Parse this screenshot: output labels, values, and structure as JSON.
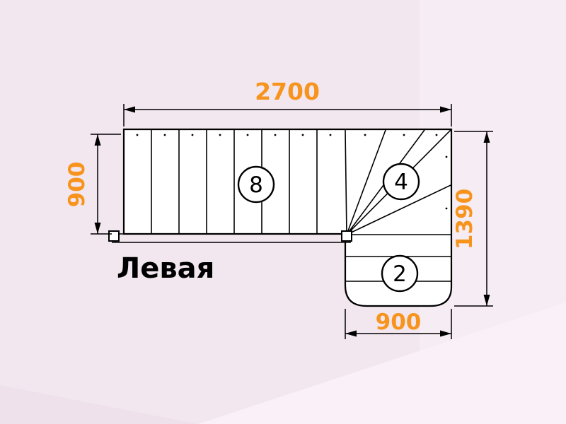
{
  "title": "Левая",
  "dimensions": {
    "top_width": "2700",
    "flight_width": "900",
    "total_depth": "1390",
    "bottom_width": "900"
  },
  "step_counts": {
    "straight_flight": "8",
    "winder_steps": "4",
    "bottom_steps": "2"
  },
  "colors": {
    "accent": "#F7941D",
    "line": "#000000",
    "background": "#F2E6EF",
    "stair_fill": "#FFFFFF"
  },
  "icons": {
    "direction_arrow": "curved-turn-left-arrow"
  }
}
